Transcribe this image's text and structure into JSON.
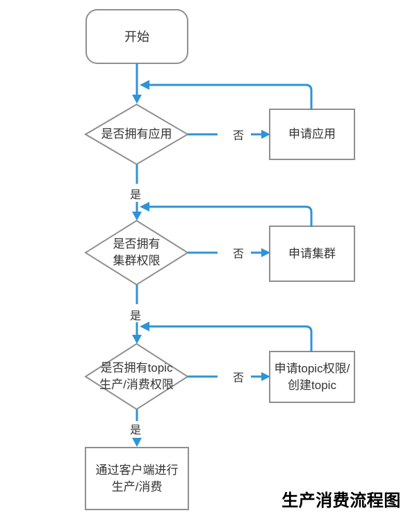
{
  "title": "生产消费流程图",
  "labels": {
    "yes": "是",
    "no": "否"
  },
  "nodes": {
    "start": {
      "label": "开始"
    },
    "check_app": {
      "label": "是否拥有应用"
    },
    "apply_app": {
      "label": "申请应用"
    },
    "check_cluster": {
      "label": "是否拥有\n集群权限"
    },
    "apply_cluster": {
      "label": "申请集群"
    },
    "check_topic": {
      "label": "是否拥有topic\n生产/消费权限"
    },
    "apply_topic": {
      "label": "申请topic权限/\n创建topic"
    },
    "produce": {
      "label": "通过客户端进行\n生产/消费"
    }
  },
  "colors": {
    "connector": "#2E93D8",
    "shape_border": "#8f8f8f",
    "shape_fill": "#ffffff",
    "text": "#333333",
    "title_text": "#000000"
  }
}
